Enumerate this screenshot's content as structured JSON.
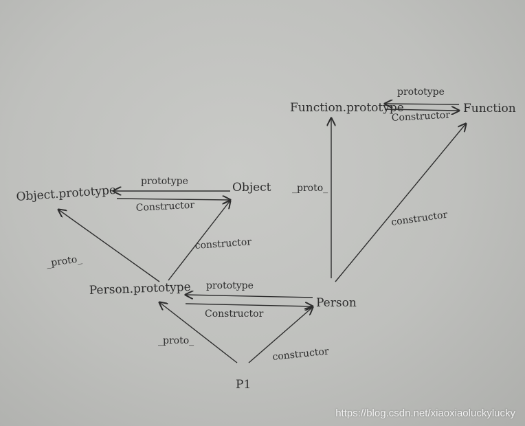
{
  "nodes": {
    "object_prototype": "Object.prototype",
    "object": "Object",
    "person_prototype": "Person.prototype",
    "person": "Person",
    "p1": "P1",
    "function_prototype": "Function.prototype",
    "function": "Function"
  },
  "edge_labels": {
    "objproto_object_prototype": "prototype",
    "objproto_object_constructor": "Constructor",
    "personproto_objproto_proto": "_proto_",
    "personproto_object_constructor": "constructor",
    "personproto_person_prototype": "prototype",
    "personproto_person_constructor": "Constructor",
    "p1_personproto_proto": "_proto_",
    "p1_person_constructor": "constructor",
    "funcproto_function_prototype": "prototype",
    "funcproto_function_constructor": "Constructor",
    "person_funcproto_proto": "_proto_",
    "person_function_constructor": "constructor"
  },
  "watermark": "https://blog.csdn.net/xiaoxiaoluckylucky",
  "colors": {
    "ink": "#2d2d2d",
    "paper": "#c4c5c2"
  }
}
